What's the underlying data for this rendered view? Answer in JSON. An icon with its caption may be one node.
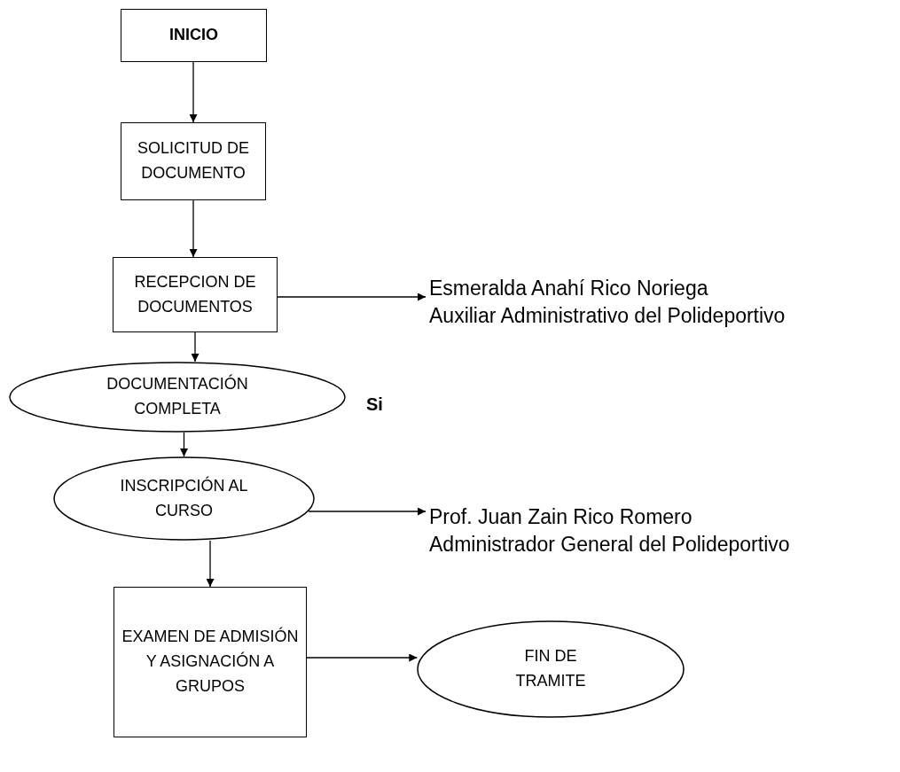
{
  "diagram": {
    "nodes": [
      {
        "text": [
          "INICIO"
        ]
      },
      {
        "text": [
          "SOLICITUD DE DOCUMENTO"
        ]
      },
      {
        "text": [
          "RECEPCION DE DOCUMENTOS"
        ]
      },
      {
        "text": [
          "Esmeralda Anahí Rico Noriega",
          "Auxiliar Administrativo del Polideportivo"
        ]
      },
      {
        "text": [
          "DOCUMENTACIÓN COMPLETA"
        ]
      },
      {
        "text": [
          "INSCRIPCIÓN AL CURSO"
        ]
      },
      {
        "text": [
          "Prof. Juan Zain Rico Romero",
          "Administrador General del Polideportivo"
        ]
      },
      {
        "text": [
          "EXAMEN DE ADMISIÓN Y ASIGNACIÓN A GRUPOS"
        ]
      },
      {
        "text": [
          "FIN DE TRAMITE"
        ]
      }
    ],
    "edges": [
      {
        "from": 0,
        "to": 1,
        "arrow": "to"
      },
      {
        "from": 1,
        "to": 2,
        "arrow": "to"
      },
      {
        "from": 2,
        "to": 3,
        "arrow": "to"
      },
      {
        "from": 2,
        "to": 4,
        "arrow": "to"
      },
      {
        "from": 4,
        "to": 5,
        "arrow": "to"
      },
      {
        "from": 5,
        "to": 6,
        "arrow": "to"
      },
      {
        "from": 5,
        "to": 7,
        "arrow": "to"
      },
      {
        "from": 7,
        "to": 8,
        "arrow": "to"
      }
    ],
    "labels": [
      "Si"
    ]
  }
}
